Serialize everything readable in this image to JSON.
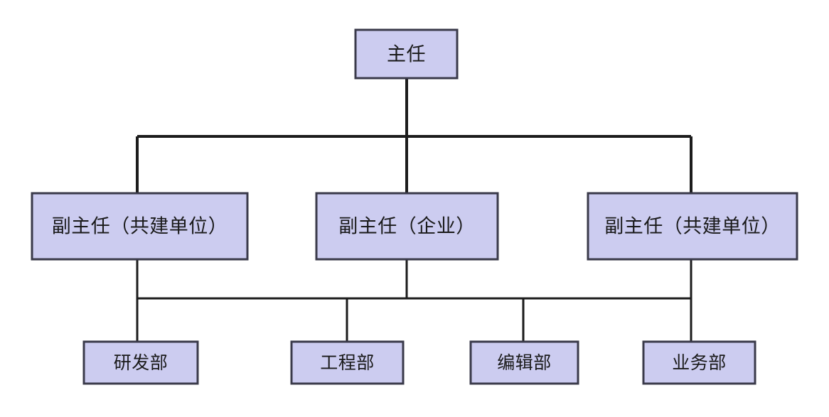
{
  "diagram": {
    "type": "organizational-chart",
    "title": "",
    "colors": {
      "node_fill": "#ccccf0",
      "node_border": "#3a3a4a",
      "connector": "#1c1c1c",
      "background": "#ffffff",
      "text": "#1a1a1a"
    },
    "levels": [
      {
        "level": 1,
        "nodes": [
          {
            "id": "director",
            "label": "主任"
          }
        ]
      },
      {
        "level": 2,
        "nodes": [
          {
            "id": "deputy-left",
            "label": "副主任（共建单位）"
          },
          {
            "id": "deputy-center",
            "label": "副主任（企业）"
          },
          {
            "id": "deputy-right",
            "label": "副主任（共建单位）"
          }
        ]
      },
      {
        "level": 3,
        "nodes": [
          {
            "id": "dept-rd",
            "label": "研发部"
          },
          {
            "id": "dept-engineering",
            "label": "工程部"
          },
          {
            "id": "dept-editorial",
            "label": "编辑部"
          },
          {
            "id": "dept-business",
            "label": "业务部"
          }
        ]
      }
    ],
    "edges": [
      {
        "from": "director",
        "to": "deputy-left"
      },
      {
        "from": "director",
        "to": "deputy-center"
      },
      {
        "from": "director",
        "to": "deputy-right"
      },
      {
        "from": "deputy-left",
        "to": "dept-rd"
      },
      {
        "from": "deputy-center",
        "to": "dept-engineering"
      },
      {
        "from": "deputy-center",
        "to": "dept-editorial"
      },
      {
        "from": "deputy-right",
        "to": "dept-business"
      }
    ]
  }
}
